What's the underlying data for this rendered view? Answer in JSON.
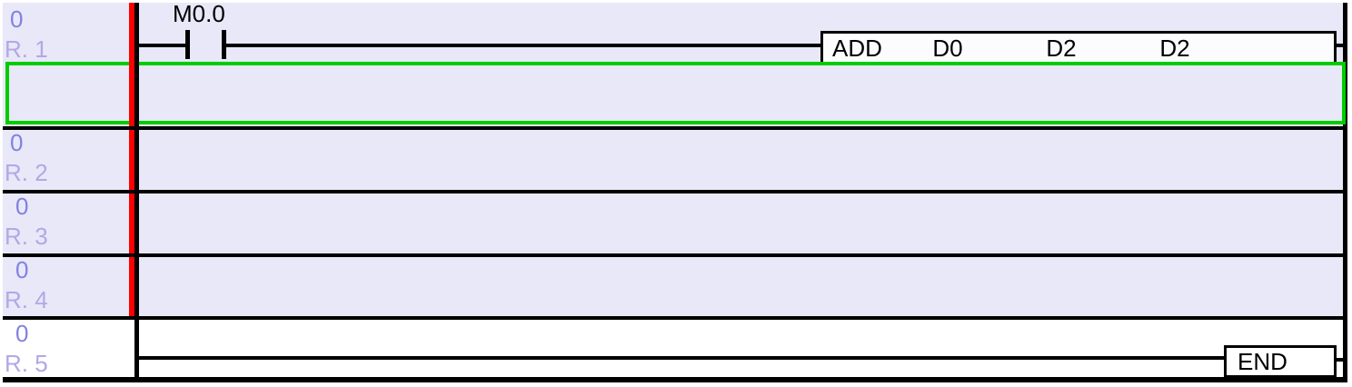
{
  "ladder": {
    "rows": [
      {
        "step": "0",
        "label": "R. 1"
      },
      {
        "step": "0",
        "label": "R. 2"
      },
      {
        "step": "0",
        "label": "R. 3"
      },
      {
        "step": "0",
        "label": "R. 4"
      },
      {
        "step": "0",
        "label": "R. 5"
      }
    ],
    "rung1": {
      "contact_label": "M0.0",
      "instruction": {
        "mnemonic": "ADD",
        "operand1": "D0",
        "operand2": "D2",
        "operand3": "D2"
      }
    },
    "rung5": {
      "instruction": {
        "mnemonic": "END"
      }
    }
  },
  "colors": {
    "row_background": "#e8e8f8",
    "last_row_background": "#ffffff",
    "instruction_box_fill": "#fcfcff",
    "step_number": "#8181e2",
    "row_label": "#b3a7e6",
    "selection_border": "#00cd00",
    "scan_rail": "#ff0000",
    "wire": "#000000"
  }
}
